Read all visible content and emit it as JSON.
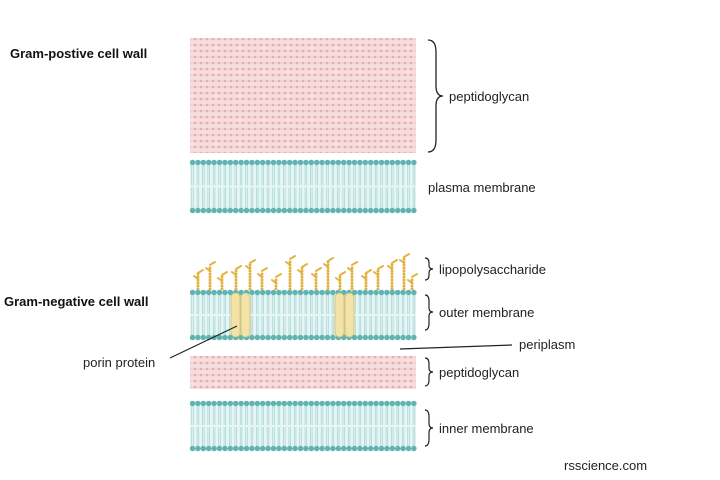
{
  "sections": {
    "gram_positive": {
      "title": "Gram-postive cell wall",
      "labels": {
        "peptidoglycan": "peptidoglycan",
        "plasma_membrane": "plasma membrane"
      }
    },
    "gram_negative": {
      "title": "Gram-negative cell wall",
      "labels": {
        "lipopolysaccharide": "lipopolysaccharide",
        "outer_membrane": "outer membrane",
        "porin_protein": "porin protein",
        "periplasm": "periplasm",
        "peptidoglycan": "peptidoglycan",
        "inner_membrane": "inner membrane"
      }
    }
  },
  "credit": "rsscience.com",
  "colors": {
    "peptidoglycan_bg": "#f6dede",
    "peptidoglycan_mesh": "#e9a6aa",
    "lipid_head": "#5fb3b0",
    "lipid_tail": "#a8d8d6",
    "membrane_core": "#e7f5f4",
    "porin": "#f2e3a8",
    "porin_stroke": "#d4bf6c",
    "lps": "#e3b341"
  }
}
